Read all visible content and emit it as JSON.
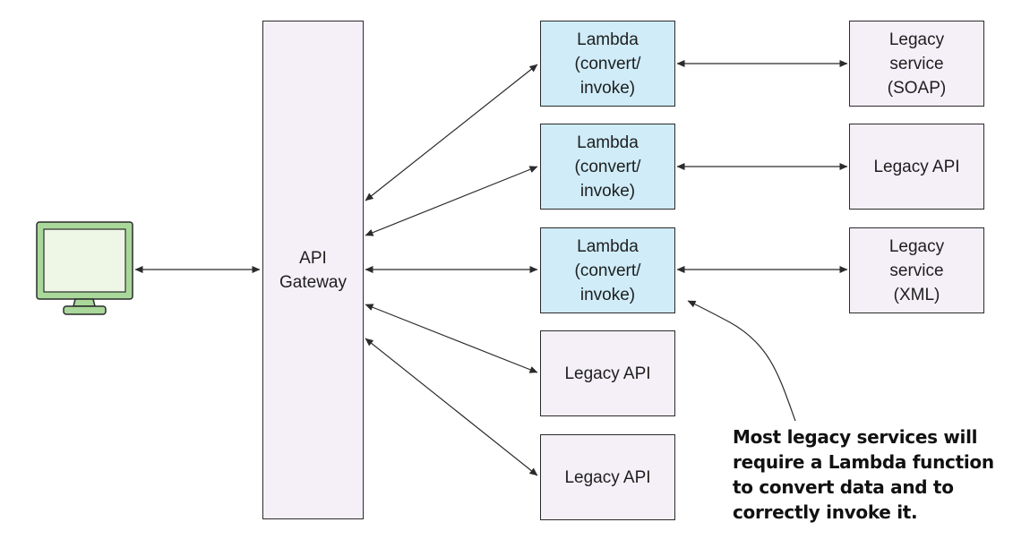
{
  "diagram": {
    "gateway": {
      "label": "API\nGateway"
    },
    "lambdas": [
      {
        "label": "Lambda\n(convert/\ninvoke)"
      },
      {
        "label": "Lambda\n(convert/\ninvoke)"
      },
      {
        "label": "Lambda\n(convert/\ninvoke)"
      }
    ],
    "legacy_targets": [
      {
        "label": "Legacy\nservice\n(SOAP)"
      },
      {
        "label": "Legacy API"
      },
      {
        "label": "Legacy\nservice\n(XML)"
      }
    ],
    "direct_legacy": [
      {
        "label": "Legacy API"
      },
      {
        "label": "Legacy API"
      }
    ],
    "annotation": "Most legacy services will\nrequire a Lambda function\nto convert data and to\ncorrectly invoke it.",
    "colors": {
      "lambda_fill": "#cfecf8",
      "legacy_fill": "#f5eff8",
      "monitor_frame": "#a9d89a",
      "monitor_screen": "#eef7e6",
      "line": "#2b2b2b"
    }
  }
}
